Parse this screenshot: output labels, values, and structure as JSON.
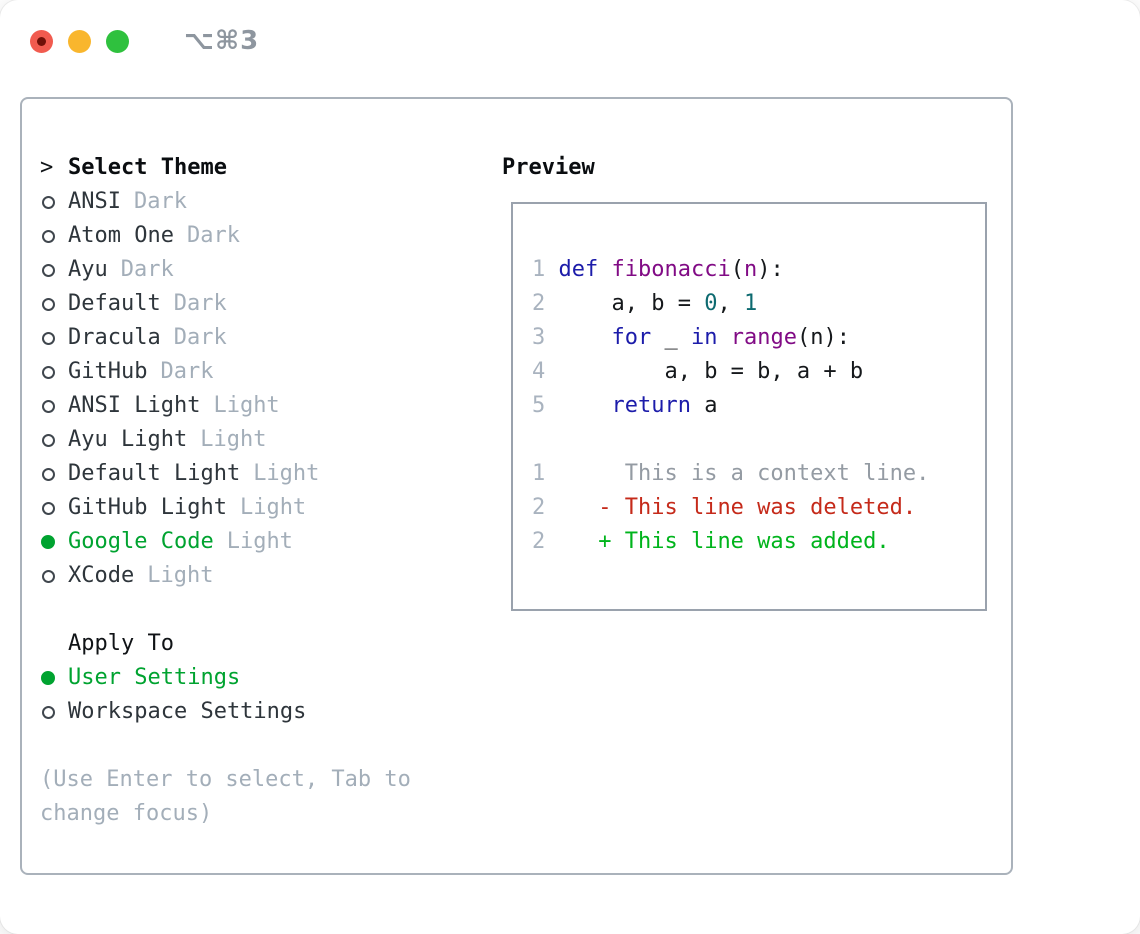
{
  "window": {
    "shortcut": "⌥⌘3"
  },
  "theme_picker": {
    "prompt": ">",
    "title": "Select Theme",
    "items": [
      {
        "name": "ANSI",
        "variant": "Dark",
        "selected": false
      },
      {
        "name": "Atom One",
        "variant": "Dark",
        "selected": false
      },
      {
        "name": "Ayu",
        "variant": "Dark",
        "selected": false
      },
      {
        "name": "Default",
        "variant": "Dark",
        "selected": false
      },
      {
        "name": "Dracula",
        "variant": "Dark",
        "selected": false
      },
      {
        "name": "GitHub",
        "variant": "Dark",
        "selected": false
      },
      {
        "name": "ANSI Light",
        "variant": "Light",
        "selected": false
      },
      {
        "name": "Ayu Light",
        "variant": "Light",
        "selected": false
      },
      {
        "name": "Default Light",
        "variant": "Light",
        "selected": false
      },
      {
        "name": "GitHub Light",
        "variant": "Light",
        "selected": false
      },
      {
        "name": "Google Code",
        "variant": "Light",
        "selected": true
      },
      {
        "name": "XCode",
        "variant": "Light",
        "selected": false
      }
    ],
    "apply_to": {
      "title": "Apply To",
      "options": [
        {
          "label": "User Settings",
          "selected": true
        },
        {
          "label": "Workspace Settings",
          "selected": false
        }
      ]
    },
    "hint": "(Use Enter to select, Tab to change focus)"
  },
  "preview": {
    "title": "Preview",
    "lines": [
      {
        "segments": [
          {
            "t": "1 ",
            "c": "num"
          },
          {
            "t": "def",
            "c": "kwd"
          },
          {
            "t": " ",
            "c": "pln"
          },
          {
            "t": "fibonacci",
            "c": "typ"
          },
          {
            "t": "(",
            "c": "pln"
          },
          {
            "t": "n",
            "c": "typ"
          },
          {
            "t": "):",
            "c": "pln"
          }
        ]
      },
      {
        "segments": [
          {
            "t": "2 ",
            "c": "num"
          },
          {
            "t": "    a, b = ",
            "c": "pln"
          },
          {
            "t": "0",
            "c": "lit"
          },
          {
            "t": ", ",
            "c": "pln"
          },
          {
            "t": "1",
            "c": "lit"
          }
        ]
      },
      {
        "segments": [
          {
            "t": "3 ",
            "c": "num"
          },
          {
            "t": "    ",
            "c": "pln"
          },
          {
            "t": "for",
            "c": "kwd"
          },
          {
            "t": " _ ",
            "c": "pln"
          },
          {
            "t": "in",
            "c": "kwd"
          },
          {
            "t": " ",
            "c": "pln"
          },
          {
            "t": "range",
            "c": "typ"
          },
          {
            "t": "(n):",
            "c": "pln"
          }
        ]
      },
      {
        "segments": [
          {
            "t": "4 ",
            "c": "num"
          },
          {
            "t": "        a, b = b, a + b",
            "c": "pln"
          }
        ]
      },
      {
        "segments": [
          {
            "t": "5 ",
            "c": "num"
          },
          {
            "t": "    ",
            "c": "pln"
          },
          {
            "t": "return",
            "c": "kwd"
          },
          {
            "t": " a",
            "c": "pln"
          }
        ]
      },
      {
        "segments": []
      },
      {
        "segments": [
          {
            "t": "1",
            "c": "num"
          },
          {
            "t": "      This is a context line.",
            "c": "ctx"
          }
        ]
      },
      {
        "segments": [
          {
            "t": "2",
            "c": "num"
          },
          {
            "t": "    ",
            "c": "pln"
          },
          {
            "t": "- This line was deleted.",
            "c": "del"
          }
        ]
      },
      {
        "segments": [
          {
            "t": "2",
            "c": "num"
          },
          {
            "t": "    ",
            "c": "pln"
          },
          {
            "t": "+ This line was added.",
            "c": "add"
          }
        ]
      }
    ]
  },
  "colors": {
    "accent_green": "#00a330",
    "diff_added": "#00b41c",
    "diff_deleted": "#c52a1a",
    "keyword_blue": "#1c1caa",
    "function_purple": "#810b85",
    "literal_teal": "#0d6a70",
    "muted_gray": "#a3aeb9"
  }
}
